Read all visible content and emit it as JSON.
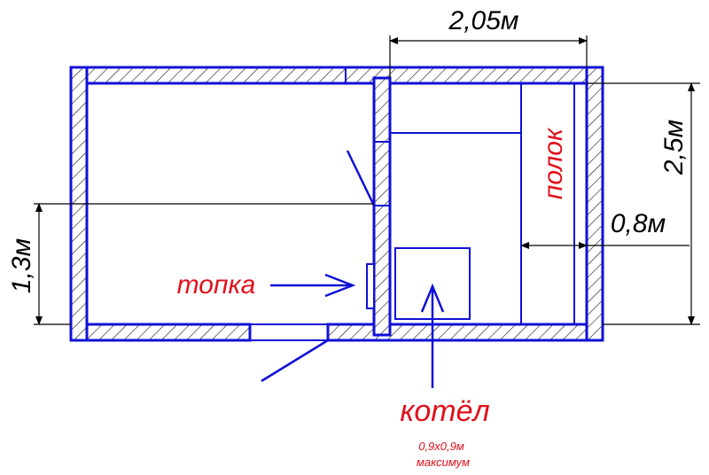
{
  "dimensions": {
    "top_width": "2,05м",
    "right_height": "2,5м",
    "shelf_depth": "0,8м",
    "left_height": "1,3м"
  },
  "labels": {
    "firebox": "топка",
    "shelf": "полок",
    "boiler": "котёл",
    "boiler_size": "0,9x0,9м",
    "boiler_note": "максимум"
  },
  "colors": {
    "walls": "#1010d8",
    "dimensions": "#000000",
    "labels": "#e0101a"
  }
}
